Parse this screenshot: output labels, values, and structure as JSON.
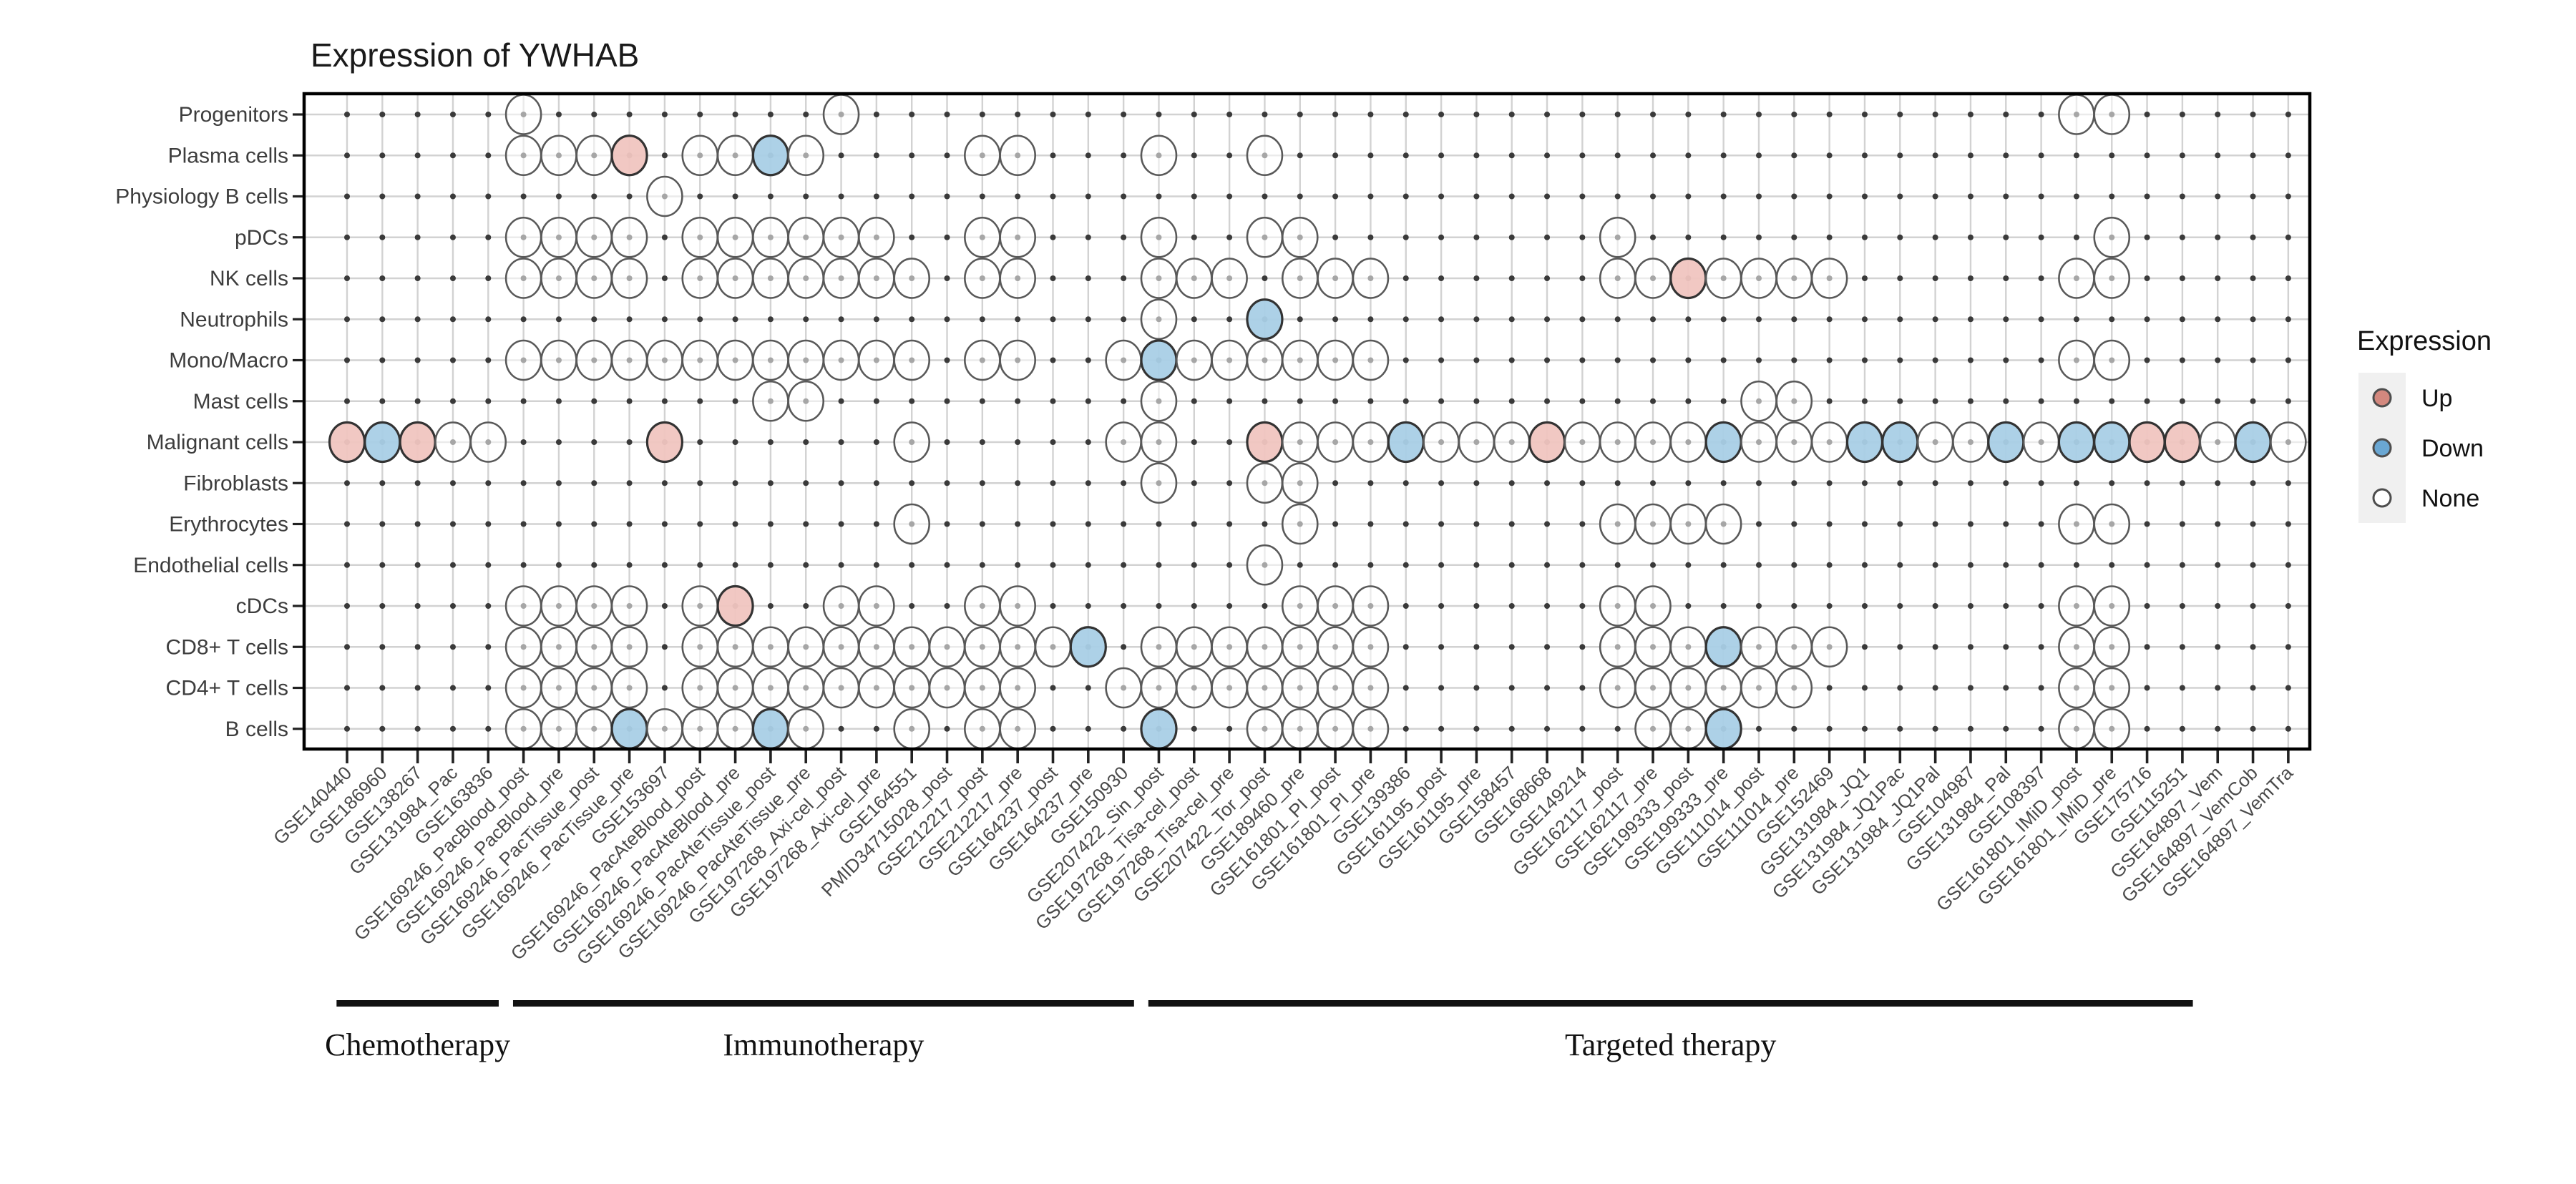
{
  "title": "Expression of YWHAB",
  "legend": {
    "title": "Expression",
    "items": [
      {
        "label": "Up",
        "state": "up"
      },
      {
        "label": "Down",
        "state": "down"
      },
      {
        "label": "None",
        "state": "none"
      }
    ]
  },
  "colors": {
    "up_fill": "#f0c5c0",
    "down_fill": "#a9cfe6",
    "none_fill": "#ffffff",
    "dot_stroke": "#333333",
    "none_stroke": "#595959",
    "grid_line": "#d2d2d2",
    "grid_dot": "#3a3a3a",
    "frame": "#000000",
    "legend_key_bg": "#f0f0f0",
    "axis_text": "#4a4a4a",
    "row_text": "#3d3d3d",
    "title_text": "#1a1a1a",
    "bar": "#111111"
  },
  "rows": [
    "Progenitors",
    "Plasma cells",
    "Physiology B cells",
    "pDCs",
    "NK cells",
    "Neutrophils",
    "Mono/Macro",
    "Mast cells",
    "Malignant cells",
    "Fibroblasts",
    "Erythrocytes",
    "Endothelial cells",
    "cDCs",
    "CD8+ T cells",
    "CD4+ T cells",
    "B cells"
  ],
  "columns": [
    "GSE140440",
    "GSE186960",
    "GSE138267",
    "GSE131984_Pac",
    "GSE163836",
    "GSE169246_PacBlood_post",
    "GSE169246_PacBlood_pre",
    "GSE169246_PacTissue_post",
    "GSE169246_PacTissue_pre",
    "GSE153697",
    "GSE169246_PacAteBlood_post",
    "GSE169246_PacAteBlood_pre",
    "GSE169246_PacAteTissue_post",
    "GSE169246_PacAteTissue_pre",
    "GSE197268_Axi-cel_post",
    "GSE197268_Axi-cel_pre",
    "GSE164551",
    "PMID34715028_post",
    "GSE212217_post",
    "GSE212217_pre",
    "GSE164237_post",
    "GSE164237_pre",
    "GSE150930",
    "GSE207422_Sin_post",
    "GSE197268_Tisa-cel_post",
    "GSE197268_Tisa-cel_pre",
    "GSE207422_Tor_post",
    "GSE189460_pre",
    "GSE161801_PI_post",
    "GSE161801_PI_pre",
    "GSE139386",
    "GSE161195_post",
    "GSE161195_pre",
    "GSE158457",
    "GSE168668",
    "GSE149214",
    "GSE162117_post",
    "GSE162117_pre",
    "GSE199333_post",
    "GSE199333_pre",
    "GSE111014_post",
    "GSE111014_pre",
    "GSE152469",
    "GSE131984_JQ1",
    "GSE131984_JQ1Pac",
    "GSE131984_JQ1Pal",
    "GSE104987",
    "GSE131984_Pal",
    "GSE108397",
    "GSE161801_IMiD_post",
    "GSE161801_IMiD_pre",
    "GSE175716",
    "GSE115251",
    "GSE164897_Vem",
    "GSE164897_VemCob",
    "GSE164897_VemTra"
  ],
  "groups": [
    {
      "label": "Chemotherapy",
      "start": 1,
      "end": 5
    },
    {
      "label": "Immunotherapy",
      "start": 6,
      "end": 23
    },
    {
      "label": "Targeted therapy",
      "start": 24,
      "end": 53
    }
  ],
  "chart_data": {
    "type": "dot-matrix",
    "title": "Expression of YWHAB",
    "legend_title": "Expression",
    "states": [
      "up",
      "down",
      "none"
    ],
    "x": "datasets (56 columns)",
    "y": "cell types (16 rows)",
    "rows_data": [
      {
        "row": "Progenitors",
        "cells": [
          [
            6,
            "none"
          ],
          [
            15,
            "none"
          ],
          [
            50,
            "none"
          ],
          [
            51,
            "none"
          ]
        ]
      },
      {
        "row": "Plasma cells",
        "cells": [
          [
            6,
            "none"
          ],
          [
            7,
            "none"
          ],
          [
            8,
            "none"
          ],
          [
            9,
            "up"
          ],
          [
            11,
            "none"
          ],
          [
            12,
            "none"
          ],
          [
            13,
            "down"
          ],
          [
            14,
            "none"
          ],
          [
            19,
            "none"
          ],
          [
            20,
            "none"
          ],
          [
            24,
            "none"
          ],
          [
            27,
            "none"
          ]
        ]
      },
      {
        "row": "Physiology B cells",
        "cells": [
          [
            10,
            "none"
          ]
        ]
      },
      {
        "row": "pDCs",
        "cells": [
          [
            6,
            "none"
          ],
          [
            7,
            "none"
          ],
          [
            8,
            "none"
          ],
          [
            9,
            "none"
          ],
          [
            11,
            "none"
          ],
          [
            12,
            "none"
          ],
          [
            13,
            "none"
          ],
          [
            14,
            "none"
          ],
          [
            15,
            "none"
          ],
          [
            16,
            "none"
          ],
          [
            19,
            "none"
          ],
          [
            20,
            "none"
          ],
          [
            24,
            "none"
          ],
          [
            27,
            "none"
          ],
          [
            28,
            "none"
          ],
          [
            37,
            "none"
          ],
          [
            51,
            "none"
          ]
        ]
      },
      {
        "row": "NK cells",
        "cells": [
          [
            6,
            "none"
          ],
          [
            7,
            "none"
          ],
          [
            8,
            "none"
          ],
          [
            9,
            "none"
          ],
          [
            11,
            "none"
          ],
          [
            12,
            "none"
          ],
          [
            13,
            "none"
          ],
          [
            14,
            "none"
          ],
          [
            15,
            "none"
          ],
          [
            16,
            "none"
          ],
          [
            17,
            "none"
          ],
          [
            19,
            "none"
          ],
          [
            20,
            "none"
          ],
          [
            24,
            "none"
          ],
          [
            25,
            "none"
          ],
          [
            26,
            "none"
          ],
          [
            28,
            "none"
          ],
          [
            29,
            "none"
          ],
          [
            30,
            "none"
          ],
          [
            37,
            "none"
          ],
          [
            38,
            "none"
          ],
          [
            39,
            "up"
          ],
          [
            40,
            "none"
          ],
          [
            41,
            "none"
          ],
          [
            42,
            "none"
          ],
          [
            43,
            "none"
          ],
          [
            50,
            "none"
          ],
          [
            51,
            "none"
          ]
        ]
      },
      {
        "row": "Neutrophils",
        "cells": [
          [
            24,
            "none"
          ],
          [
            27,
            "down"
          ]
        ]
      },
      {
        "row": "Mono/Macro",
        "cells": [
          [
            6,
            "none"
          ],
          [
            7,
            "none"
          ],
          [
            8,
            "none"
          ],
          [
            9,
            "none"
          ],
          [
            10,
            "none"
          ],
          [
            11,
            "none"
          ],
          [
            12,
            "none"
          ],
          [
            13,
            "none"
          ],
          [
            14,
            "none"
          ],
          [
            15,
            "none"
          ],
          [
            16,
            "none"
          ],
          [
            17,
            "none"
          ],
          [
            19,
            "none"
          ],
          [
            20,
            "none"
          ],
          [
            23,
            "none"
          ],
          [
            24,
            "down"
          ],
          [
            25,
            "none"
          ],
          [
            26,
            "none"
          ],
          [
            27,
            "none"
          ],
          [
            28,
            "none"
          ],
          [
            29,
            "none"
          ],
          [
            30,
            "none"
          ],
          [
            50,
            "none"
          ],
          [
            51,
            "none"
          ]
        ]
      },
      {
        "row": "Mast cells",
        "cells": [
          [
            13,
            "none"
          ],
          [
            14,
            "none"
          ],
          [
            24,
            "none"
          ],
          [
            41,
            "none"
          ],
          [
            42,
            "none"
          ]
        ]
      },
      {
        "row": "Malignant cells",
        "cells": [
          [
            1,
            "up"
          ],
          [
            2,
            "down"
          ],
          [
            3,
            "up"
          ],
          [
            4,
            "none"
          ],
          [
            5,
            "none"
          ],
          [
            10,
            "up"
          ],
          [
            17,
            "none"
          ],
          [
            23,
            "none"
          ],
          [
            24,
            "none"
          ],
          [
            27,
            "up"
          ],
          [
            28,
            "none"
          ],
          [
            29,
            "none"
          ],
          [
            30,
            "none"
          ],
          [
            31,
            "down"
          ],
          [
            32,
            "none"
          ],
          [
            33,
            "none"
          ],
          [
            34,
            "none"
          ],
          [
            35,
            "up"
          ],
          [
            36,
            "none"
          ],
          [
            37,
            "none"
          ],
          [
            38,
            "none"
          ],
          [
            39,
            "none"
          ],
          [
            40,
            "down"
          ],
          [
            41,
            "none"
          ],
          [
            42,
            "none"
          ],
          [
            43,
            "none"
          ],
          [
            44,
            "down"
          ],
          [
            45,
            "down"
          ],
          [
            46,
            "none"
          ],
          [
            47,
            "none"
          ],
          [
            48,
            "down"
          ],
          [
            49,
            "none"
          ],
          [
            50,
            "down"
          ],
          [
            51,
            "down"
          ],
          [
            52,
            "up"
          ],
          [
            53,
            "up"
          ],
          [
            54,
            "none"
          ],
          [
            55,
            "down"
          ],
          [
            56,
            "none"
          ]
        ]
      },
      {
        "row": "Fibroblasts",
        "cells": [
          [
            24,
            "none"
          ],
          [
            27,
            "none"
          ],
          [
            28,
            "none"
          ]
        ]
      },
      {
        "row": "Erythrocytes",
        "cells": [
          [
            17,
            "none"
          ],
          [
            28,
            "none"
          ],
          [
            37,
            "none"
          ],
          [
            38,
            "none"
          ],
          [
            39,
            "none"
          ],
          [
            40,
            "none"
          ],
          [
            50,
            "none"
          ],
          [
            51,
            "none"
          ]
        ]
      },
      {
        "row": "Endothelial cells",
        "cells": [
          [
            27,
            "none"
          ]
        ]
      },
      {
        "row": "cDCs",
        "cells": [
          [
            6,
            "none"
          ],
          [
            7,
            "none"
          ],
          [
            8,
            "none"
          ],
          [
            9,
            "none"
          ],
          [
            11,
            "none"
          ],
          [
            12,
            "up"
          ],
          [
            15,
            "none"
          ],
          [
            16,
            "none"
          ],
          [
            19,
            "none"
          ],
          [
            20,
            "none"
          ],
          [
            28,
            "none"
          ],
          [
            29,
            "none"
          ],
          [
            30,
            "none"
          ],
          [
            37,
            "none"
          ],
          [
            38,
            "none"
          ],
          [
            50,
            "none"
          ],
          [
            51,
            "none"
          ]
        ]
      },
      {
        "row": "CD8+ T cells",
        "cells": [
          [
            6,
            "none"
          ],
          [
            7,
            "none"
          ],
          [
            8,
            "none"
          ],
          [
            9,
            "none"
          ],
          [
            11,
            "none"
          ],
          [
            12,
            "none"
          ],
          [
            13,
            "none"
          ],
          [
            14,
            "none"
          ],
          [
            15,
            "none"
          ],
          [
            16,
            "none"
          ],
          [
            17,
            "none"
          ],
          [
            18,
            "none"
          ],
          [
            19,
            "none"
          ],
          [
            20,
            "none"
          ],
          [
            21,
            "none"
          ],
          [
            22,
            "down"
          ],
          [
            24,
            "none"
          ],
          [
            25,
            "none"
          ],
          [
            26,
            "none"
          ],
          [
            27,
            "none"
          ],
          [
            28,
            "none"
          ],
          [
            29,
            "none"
          ],
          [
            30,
            "none"
          ],
          [
            37,
            "none"
          ],
          [
            38,
            "none"
          ],
          [
            39,
            "none"
          ],
          [
            40,
            "down"
          ],
          [
            41,
            "none"
          ],
          [
            42,
            "none"
          ],
          [
            43,
            "none"
          ],
          [
            50,
            "none"
          ],
          [
            51,
            "none"
          ]
        ]
      },
      {
        "row": "CD4+ T cells",
        "cells": [
          [
            6,
            "none"
          ],
          [
            7,
            "none"
          ],
          [
            8,
            "none"
          ],
          [
            9,
            "none"
          ],
          [
            11,
            "none"
          ],
          [
            12,
            "none"
          ],
          [
            13,
            "none"
          ],
          [
            14,
            "none"
          ],
          [
            15,
            "none"
          ],
          [
            16,
            "none"
          ],
          [
            17,
            "none"
          ],
          [
            18,
            "none"
          ],
          [
            19,
            "none"
          ],
          [
            20,
            "none"
          ],
          [
            23,
            "none"
          ],
          [
            24,
            "none"
          ],
          [
            25,
            "none"
          ],
          [
            26,
            "none"
          ],
          [
            27,
            "none"
          ],
          [
            28,
            "none"
          ],
          [
            29,
            "none"
          ],
          [
            30,
            "none"
          ],
          [
            37,
            "none"
          ],
          [
            38,
            "none"
          ],
          [
            39,
            "none"
          ],
          [
            40,
            "none"
          ],
          [
            41,
            "none"
          ],
          [
            42,
            "none"
          ],
          [
            50,
            "none"
          ],
          [
            51,
            "none"
          ]
        ]
      },
      {
        "row": "B cells",
        "cells": [
          [
            6,
            "none"
          ],
          [
            7,
            "none"
          ],
          [
            8,
            "none"
          ],
          [
            9,
            "down"
          ],
          [
            10,
            "none"
          ],
          [
            11,
            "none"
          ],
          [
            12,
            "none"
          ],
          [
            13,
            "down"
          ],
          [
            14,
            "none"
          ],
          [
            17,
            "none"
          ],
          [
            19,
            "none"
          ],
          [
            20,
            "none"
          ],
          [
            24,
            "down"
          ],
          [
            27,
            "none"
          ],
          [
            28,
            "none"
          ],
          [
            29,
            "none"
          ],
          [
            30,
            "none"
          ],
          [
            38,
            "none"
          ],
          [
            39,
            "none"
          ],
          [
            40,
            "down"
          ],
          [
            50,
            "none"
          ],
          [
            51,
            "none"
          ]
        ]
      }
    ]
  }
}
